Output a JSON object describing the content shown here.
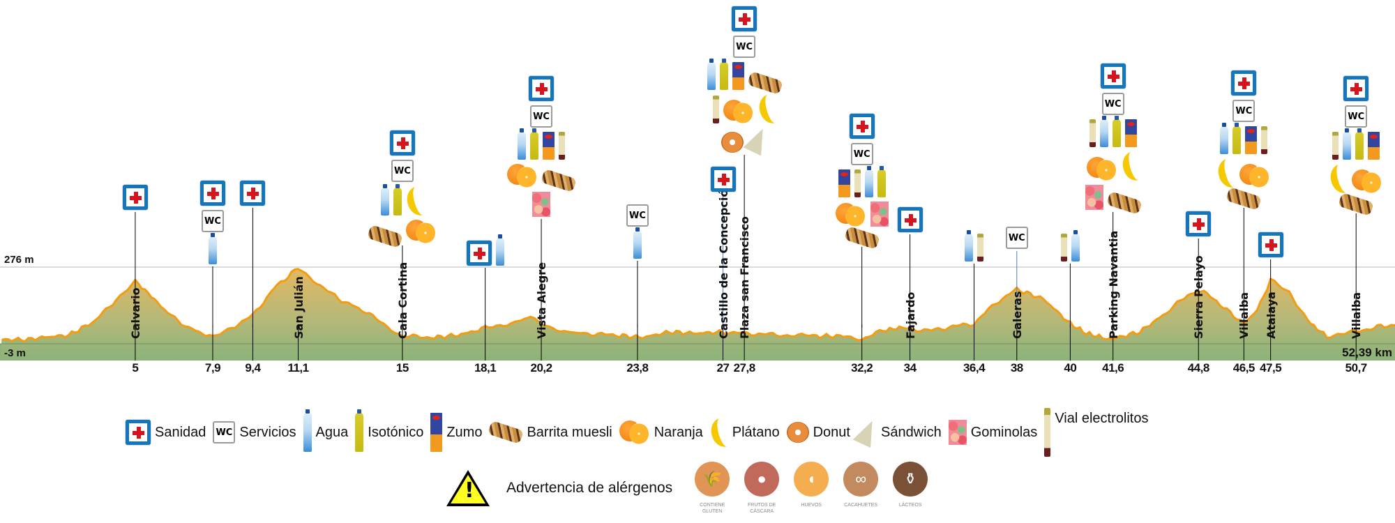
{
  "elevation": {
    "max_label": "276 m",
    "min_label": "-3 m",
    "max_m": 276,
    "min_m": -3,
    "total_distance_label": "52,39 km",
    "total_distance_km": 52.39,
    "profile_km": [
      0,
      1,
      1.5,
      2.5,
      3.5,
      4.3,
      5,
      5.6,
      6.2,
      7,
      7.9,
      8.6,
      9.4,
      10.2,
      11.1,
      11.8,
      12.6,
      13.5,
      14.3,
      15,
      16.2,
      17.2,
      18.1,
      19.2,
      19.8,
      20.5,
      21.2,
      21.8,
      23,
      24,
      25,
      26,
      27,
      27.8,
      29,
      30.5,
      31.5,
      32.2,
      33,
      33.6,
      34,
      34.8,
      35.6,
      36.4,
      37.2,
      38,
      39,
      40,
      40.6,
      41.2,
      41.6,
      42.6,
      43.6,
      44.4,
      45,
      45.6,
      46.5,
      47,
      47.5,
      48.2,
      49,
      49.6,
      50.7,
      51.5,
      52.39
    ],
    "profile_m": [
      12,
      12,
      20,
      28,
      80,
      160,
      225,
      170,
      110,
      55,
      20,
      55,
      100,
      200,
      273,
      220,
      160,
      120,
      70,
      25,
      20,
      30,
      55,
      75,
      95,
      60,
      40,
      35,
      28,
      20,
      40,
      35,
      40,
      35,
      30,
      25,
      25,
      15,
      45,
      55,
      50,
      45,
      60,
      70,
      145,
      195,
      160,
      70,
      35,
      20,
      15,
      40,
      110,
      175,
      190,
      140,
      70,
      120,
      228,
      180,
      70,
      25,
      40,
      60,
      65
    ]
  },
  "places": [
    {
      "name": "Calvario",
      "km": 5
    },
    {
      "name": "San Julián",
      "km": 11.1
    },
    {
      "name": "Cala Cortina",
      "km": 15
    },
    {
      "name": "Vista Alegre",
      "km": 20.2
    },
    {
      "name": "Castillo de la Concepción",
      "km": 27
    },
    {
      "name": "Plaza san Francisco",
      "km": 27.8
    },
    {
      "name": "Fajardo",
      "km": 34
    },
    {
      "name": "Galeras",
      "km": 38
    },
    {
      "name": "Parking Navantia",
      "km": 41.6
    },
    {
      "name": "Sierra Pelayo",
      "km": 44.8
    },
    {
      "name": "Villalba",
      "km": 46.5
    },
    {
      "name": "Atalaya",
      "km": 47.5
    },
    {
      "name": "Villalba",
      "km": 50.7
    }
  ],
  "km_marks": [
    "5",
    "7,9",
    "9,4",
    "11,1",
    "15",
    "18,1",
    "20,2",
    "23,8",
    "27",
    "27,8",
    "32,2",
    "34",
    "36,4",
    "38",
    "40",
    "41,6",
    "44,8",
    "46,5",
    "47,5",
    "50,7"
  ],
  "km_values": [
    5,
    7.9,
    9.4,
    11.1,
    15,
    18.1,
    20.2,
    23.8,
    27,
    27.8,
    32.2,
    34,
    36.4,
    38,
    40,
    41.6,
    44.8,
    46.5,
    47.5,
    50.7
  ],
  "stations": [
    {
      "km": 5,
      "rows": [
        [
          "sanidad"
        ]
      ]
    },
    {
      "km": 7.9,
      "rows": [
        [
          "sanidad"
        ],
        [
          "wc"
        ],
        [
          "agua"
        ]
      ]
    },
    {
      "km": 9.4,
      "rows": [
        [
          "sanidad"
        ]
      ]
    },
    {
      "km": 15,
      "rows": [
        [
          "sanidad"
        ],
        [
          "wc"
        ],
        [
          "agua",
          "isotonico",
          "platano"
        ],
        [
          "barrita",
          "naranja"
        ]
      ]
    },
    {
      "km": 18.1,
      "rows": [
        [
          "sanidad",
          "agua"
        ]
      ]
    },
    {
      "km": 20.2,
      "rows": [
        [
          "sanidad"
        ],
        [
          "wc"
        ],
        [
          "agua",
          "isotonico",
          "zumo",
          "vial"
        ],
        [
          "naranja",
          "barrita"
        ],
        [
          "gominolas"
        ]
      ]
    },
    {
      "km": 23.8,
      "rows": [
        [
          "wc"
        ],
        [
          "agua"
        ]
      ]
    },
    {
      "km": 27,
      "rows": [
        [
          "sanidad"
        ]
      ]
    },
    {
      "km": 27.8,
      "rows": [
        [
          "sanidad"
        ],
        [
          "wc"
        ],
        [
          "agua",
          "isotonico",
          "zumo",
          "barrita"
        ],
        [
          "vial",
          "naranja",
          "platano"
        ],
        [
          "donut",
          "sandwich"
        ]
      ]
    },
    {
      "km": 32.2,
      "rows": [
        [
          "sanidad"
        ],
        [
          "wc"
        ],
        [
          "zumo",
          "vial",
          "agua",
          "isotonico"
        ],
        [
          "naranja",
          "gominolas"
        ],
        [
          "barrita"
        ]
      ]
    },
    {
      "km": 34,
      "rows": [
        [
          "sanidad"
        ]
      ]
    },
    {
      "km": 36.4,
      "rows": [
        [
          "agua",
          "vial"
        ]
      ]
    },
    {
      "km": 38,
      "rows": [
        [
          "wc"
        ]
      ]
    },
    {
      "km": 40,
      "rows": [
        [
          "vial",
          "agua"
        ]
      ]
    },
    {
      "km": 41.6,
      "rows": [
        [
          "sanidad"
        ],
        [
          "wc"
        ],
        [
          "vial",
          "agua",
          "isotonico",
          "zumo"
        ],
        [
          "naranja",
          "platano"
        ],
        [
          "gominolas",
          "barrita"
        ]
      ]
    },
    {
      "km": 44.8,
      "rows": [
        [
          "sanidad"
        ]
      ]
    },
    {
      "km": 46.5,
      "rows": [
        [
          "sanidad"
        ],
        [
          "wc"
        ],
        [
          "agua",
          "isotonico",
          "zumo",
          "vial"
        ],
        [
          "platano",
          "naranja"
        ],
        [
          "barrita"
        ]
      ]
    },
    {
      "km": 47.5,
      "rows": [
        [
          "sanidad"
        ]
      ]
    },
    {
      "km": 50.7,
      "rows": [
        [
          "sanidad"
        ],
        [
          "wc"
        ],
        [
          "vial",
          "agua",
          "isotonico",
          "zumo"
        ],
        [
          "platano",
          "naranja"
        ],
        [
          "barrita"
        ]
      ]
    }
  ],
  "legend": [
    {
      "icon": "sanidad",
      "label": "Sanidad"
    },
    {
      "icon": "wc",
      "label": "Servicios"
    },
    {
      "icon": "agua",
      "label": "Agua"
    },
    {
      "icon": "isotonico",
      "label": "Isotónico"
    },
    {
      "icon": "zumo",
      "label": "Zumo"
    },
    {
      "icon": "barrita",
      "label": "Barrita muesli"
    },
    {
      "icon": "naranja",
      "label": "Naranja"
    },
    {
      "icon": "platano",
      "label": "Plátano"
    },
    {
      "icon": "donut",
      "label": "Donut"
    },
    {
      "icon": "sandwich",
      "label": "Sándwich"
    },
    {
      "icon": "gominolas",
      "label": "Gominolas"
    },
    {
      "icon": "vial",
      "label": "Vial electrolitos"
    }
  ],
  "wc_text": "WC",
  "warning": {
    "label": "Advertencia de alérgenos",
    "allergens": [
      {
        "label": "CONTIENE GLUTEN",
        "color": "#e09456",
        "glyph": "🌾"
      },
      {
        "label": "FRUTOS DE CÁSCARA",
        "color": "#c16a5c",
        "glyph": "●"
      },
      {
        "label": "HUEVOS",
        "color": "#f5ae4f",
        "glyph": "◖"
      },
      {
        "label": "CACAHUETES",
        "color": "#c48a5f",
        "glyph": "∞"
      },
      {
        "label": "LÁCTEOS",
        "color": "#7a5136",
        "glyph": "⚱"
      }
    ]
  },
  "colors": {
    "profile_line": "#f39c12",
    "fill_top": "#e6b964",
    "fill_bottom": "#8cb478",
    "sanidad_border": "#1477bd",
    "sanidad_cross": "#d5141d"
  }
}
